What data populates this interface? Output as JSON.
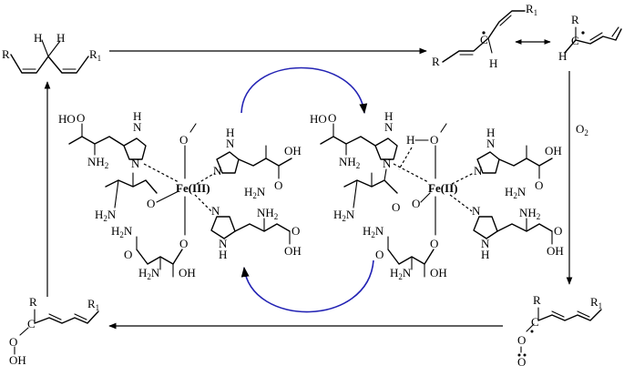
{
  "labels": {
    "r": "R",
    "r1": "R",
    "r1_sub": "1",
    "h": "H",
    "o2": "O",
    "o2_sub": "2",
    "oh": "OH",
    "o": "O",
    "c": "C",
    "fe3": "Fe(III)",
    "fe2": "Fe(II)",
    "nh2": "NH",
    "nh2_sub": "2",
    "h2n": "H",
    "h2n_tail": "N",
    "h2n_sub": "2",
    "n": "N",
    "ho": "HO",
    "h_o": "H",
    "o_dash": "O"
  },
  "colors": {
    "ink": "#000000",
    "cycle_arrow": "#2323b4"
  }
}
